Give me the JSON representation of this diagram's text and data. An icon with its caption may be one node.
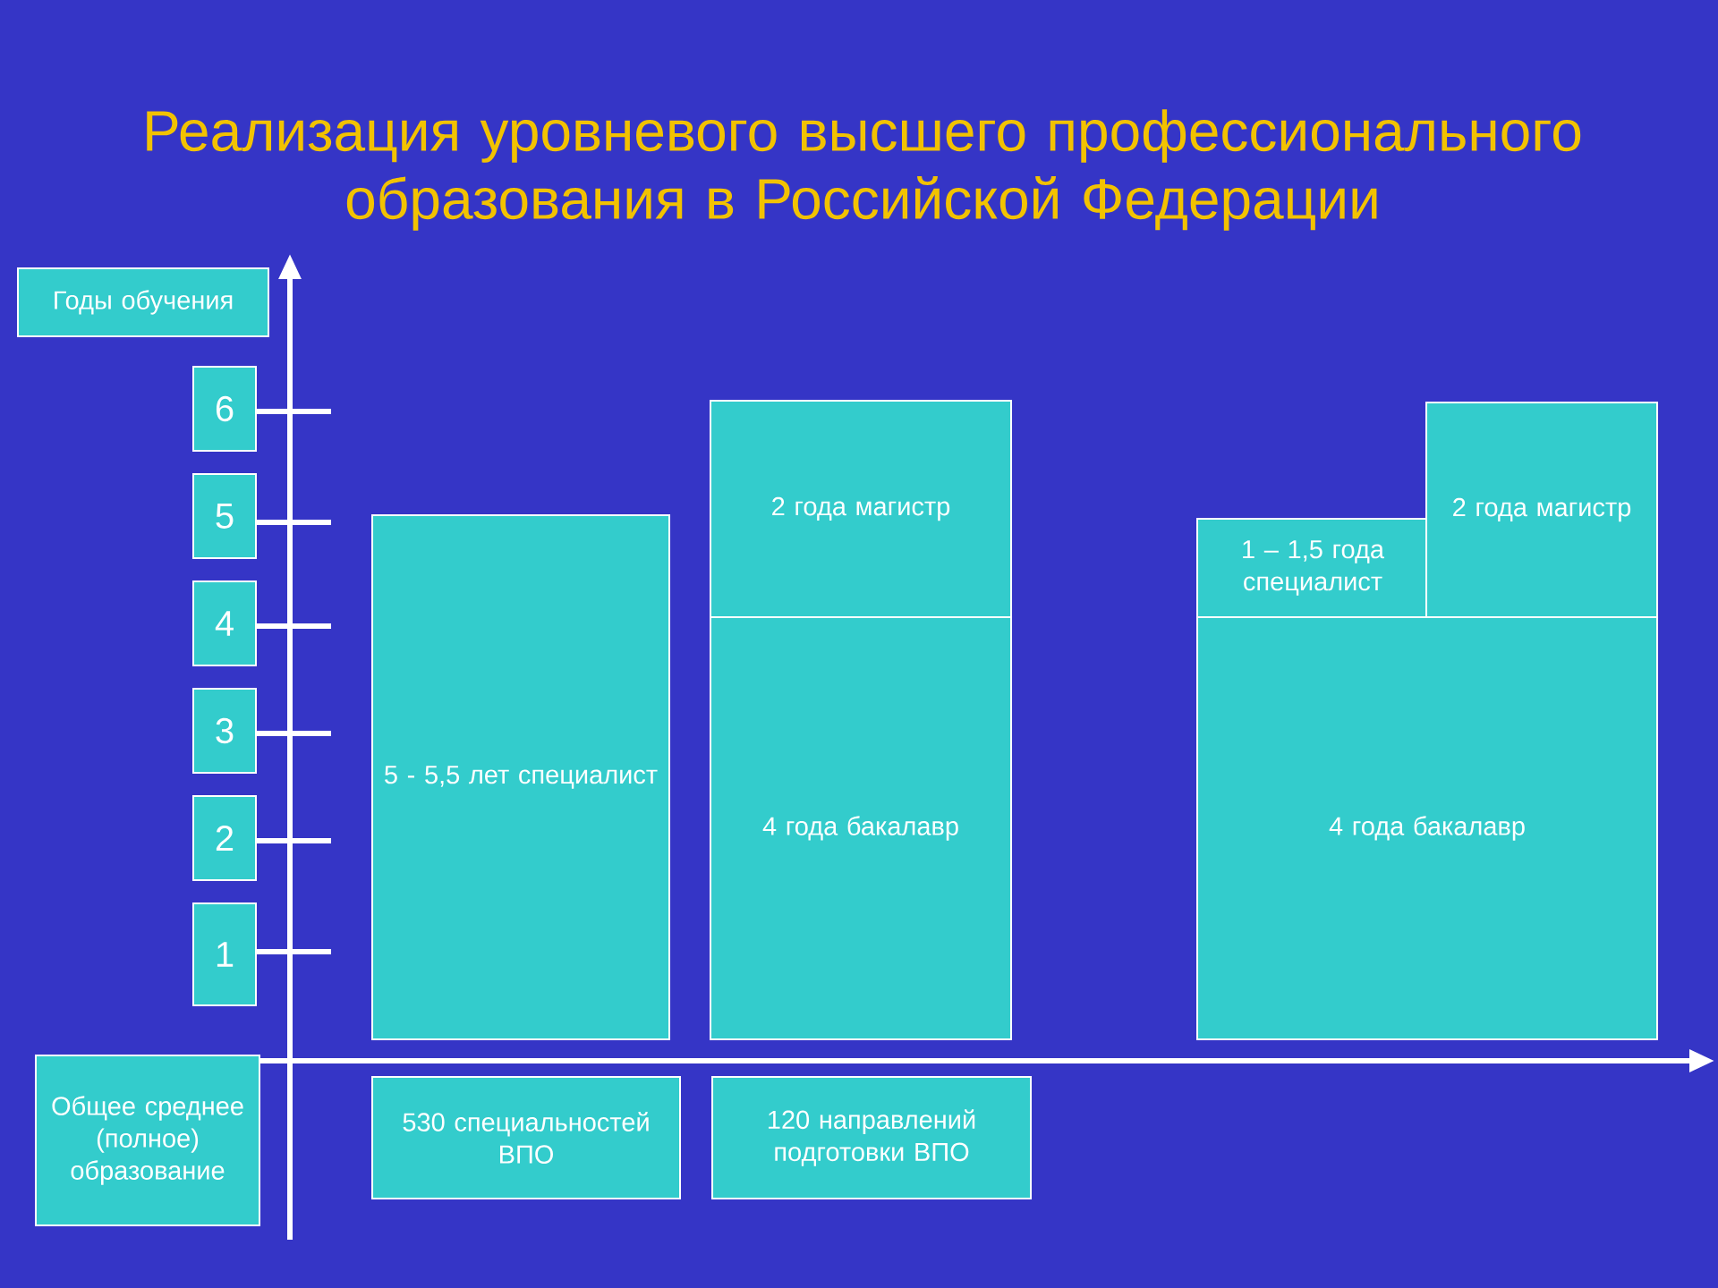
{
  "diagram": {
    "title": "Реализация уровневого высшего профессионального образования в Российской Федерации",
    "nodes": [
      {
        "text": [
          "Годы обучения"
        ]
      },
      {
        "text": [
          "6"
        ]
      },
      {
        "text": [
          "5"
        ]
      },
      {
        "text": [
          "4"
        ]
      },
      {
        "text": [
          "3"
        ]
      },
      {
        "text": [
          "2"
        ]
      },
      {
        "text": [
          "1"
        ]
      },
      {
        "text": [
          "Общее среднее (полное) образование"
        ]
      },
      {
        "text": [
          "5 - 5,5 лет специалист"
        ]
      },
      {
        "text": [
          "2 года магистр"
        ]
      },
      {
        "text": [
          "4 года бакалавр"
        ]
      },
      {
        "text": [
          "1 – 1,5 года специалист"
        ]
      },
      {
        "text": [
          "2 года магистр"
        ]
      },
      {
        "text": [
          "4 года бакалавр"
        ]
      },
      {
        "text": [
          "530 специальностей ВПО"
        ]
      },
      {
        "text": [
          "120 направлений подготовки ВПО"
        ]
      }
    ],
    "edges": []
  }
}
